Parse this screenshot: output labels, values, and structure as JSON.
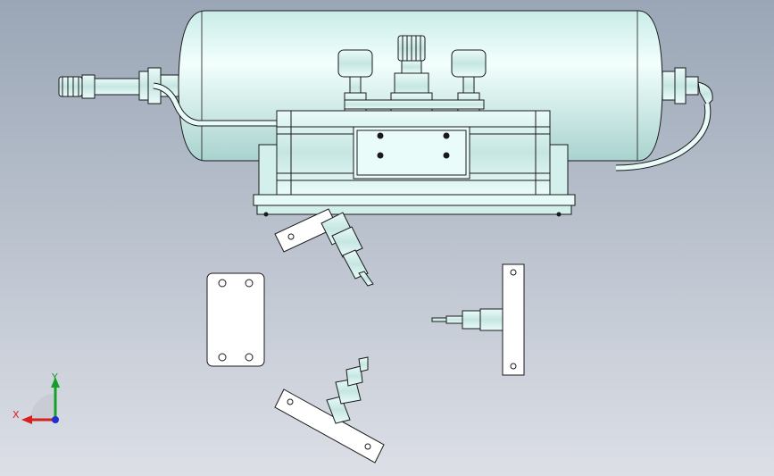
{
  "viewport": {
    "background_top": "#9aa6b6",
    "background_bottom": "#dcdfe6",
    "part_fill": "#dff7f4",
    "part_shade": "#b8dcd8",
    "edge_color": "#1a1a1a",
    "plate_fill": "#ffffff"
  },
  "triad": {
    "x_label": "X",
    "y_label": "Y",
    "x_color": "#d8201c",
    "y_color": "#16a02a",
    "z_color": "#1f2fd0"
  },
  "parts": [
    {
      "name": "air-tank"
    },
    {
      "name": "inlet-fitting"
    },
    {
      "name": "pressure-gauge-left"
    },
    {
      "name": "pressure-regulator"
    },
    {
      "name": "pressure-gauge-right"
    },
    {
      "name": "outlet-elbow-hose"
    },
    {
      "name": "slide-cylinder"
    },
    {
      "name": "base-plate"
    },
    {
      "name": "angled-bracket-fitting"
    },
    {
      "name": "mounting-plate"
    },
    {
      "name": "vertical-bracket-fitting"
    },
    {
      "name": "lower-angled-bracket-fitting"
    }
  ]
}
